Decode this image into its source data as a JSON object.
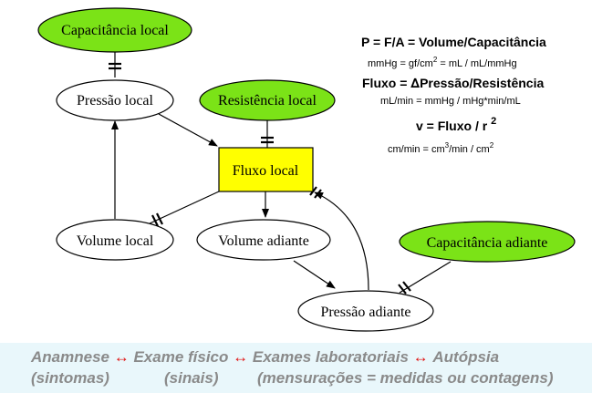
{
  "diagram": {
    "nodes": {
      "cap_local": "Capacitância local",
      "pressao_local": "Pressão local",
      "resistencia_local": "Resistência local",
      "fluxo_local": "Fluxo local",
      "volume_local": "Volume local",
      "volume_adiante": "Volume adiante",
      "cap_adiante": "Capacitância adiante",
      "pressao_adiante": "Pressão adiante"
    },
    "colors": {
      "green": "#7be317",
      "yellow": "#ffff00",
      "white": "#ffffff",
      "arrow_red": "#e01010"
    }
  },
  "formulas": {
    "f1_main": "P = F/A = Volume/Capacitância",
    "f1_units_a": "mmHg = gf/cm",
    "f1_units_sup": "2",
    "f1_units_b": " = mL / mL/mmHg",
    "f2_label": "Fluxo = ",
    "f2_delta": "∆",
    "f2_rest": "Pressão/Resistência",
    "f2_units": "mL/min = mmHg / mHg*min/mL",
    "f3_main": "v = Fluxo / r ",
    "f3_sup": "2",
    "f3_units_a": "cm/min = cm",
    "f3_units_sup": "3",
    "f3_units_b": "/min /  cm",
    "f3_units_sup2": "2"
  },
  "footer": {
    "anamnese": "Anamnese",
    "exame_fisico": "Exame físico",
    "exames_lab": "Exames laboratoriais",
    "autopsia": "Autópsia",
    "arrow": "↔",
    "sintomas": "(sintomas)",
    "sinais": "(sinais)",
    "mensuracoes": "(mensurações = medidas ou contagens)"
  }
}
